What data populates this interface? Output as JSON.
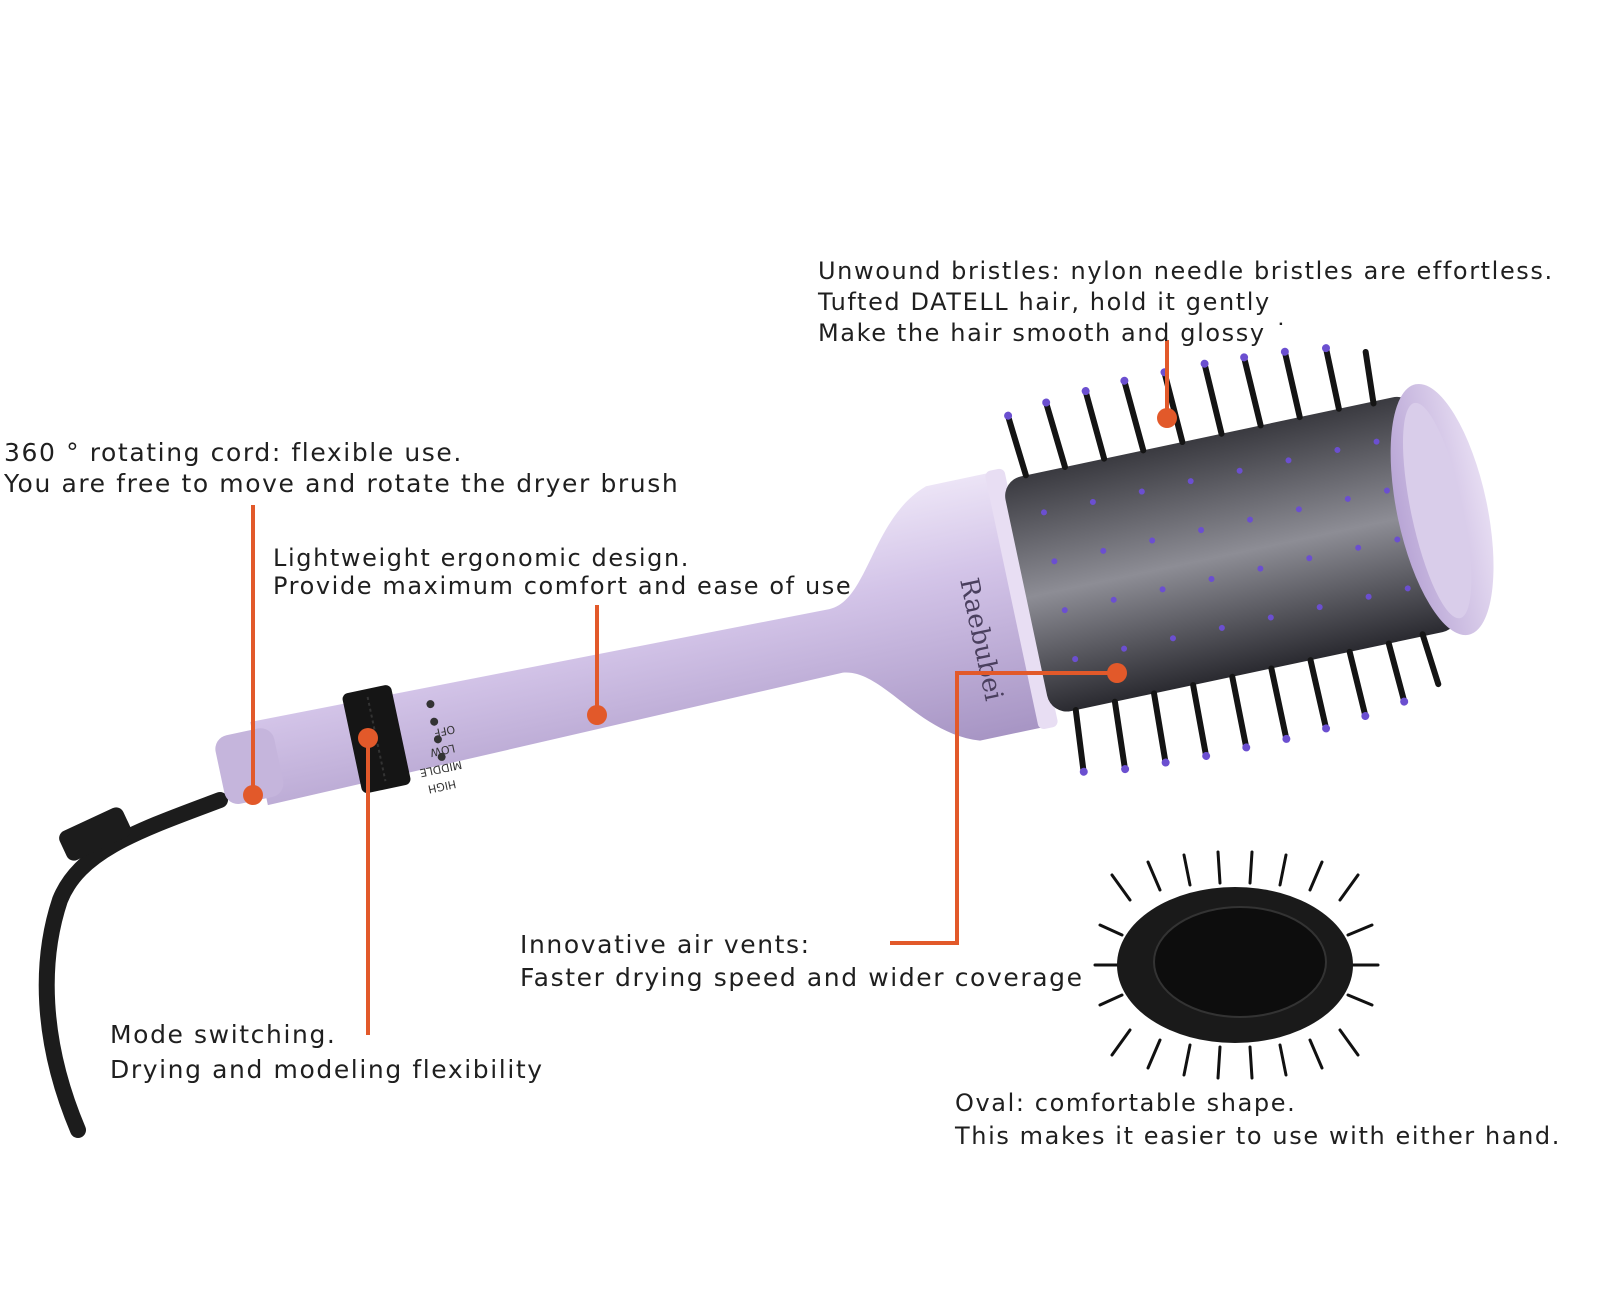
{
  "annotations": {
    "bristles": [
      "Unwound bristles: nylon needle bristles are effortless.",
      "Tufted DATELL hair, hold it gently",
      "Make the hair smooth and glossy ˙"
    ],
    "cord": [
      "360 ° rotating cord: flexible use.",
      "You are free to move and rotate the dryer brush"
    ],
    "design": [
      "Lightweight ergonomic design.",
      "Provide maximum comfort and ease of use"
    ],
    "vents": [
      "Innovative air vents:",
      "Faster drying speed and wider coverage"
    ],
    "mode": [
      "Mode switching.",
      "Drying and modeling flexibility"
    ],
    "oval": [
      "Oval: comfortable shape.",
      "This makes it easier to use with either hand."
    ]
  },
  "product": {
    "brand": "Raebubei",
    "speed_settings": [
      "OFF",
      "LOW",
      "MIDDLE",
      "HIGH"
    ]
  },
  "colors": {
    "callout": "#e2592a",
    "body": "#c8b7e0",
    "bristle_tip": "#6b4fd0",
    "rubber": "#1c1c1c"
  }
}
